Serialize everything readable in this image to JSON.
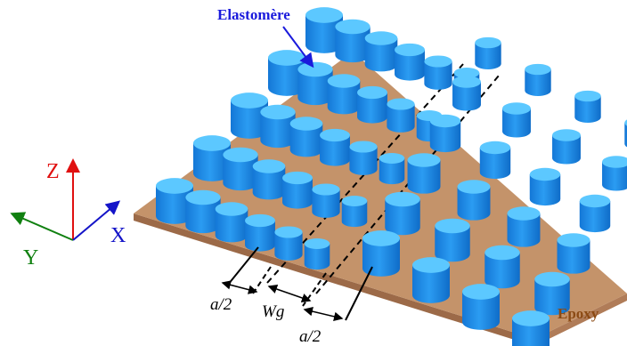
{
  "labels": {
    "material_top": "Elastomère",
    "material_substrate": "Epoxy",
    "dim_half_lattice_left": "a/2",
    "dim_gap_width": "Wg",
    "dim_half_lattice_right": "a/2"
  },
  "axes": {
    "z": "Z",
    "y": "Y",
    "x": "X"
  },
  "colors": {
    "elastomer_label": "#1a1adc",
    "epoxy_label": "#8b4a14",
    "plate_top": "#c4936a",
    "plate_side": "#a87250",
    "pillar_top": "#5cc8ff",
    "pillar_side": "#1e8ee8",
    "axis_z": "#e01010",
    "axis_y": "#108010",
    "axis_x": "#1414c8"
  },
  "lattice": {
    "left_rows": 6,
    "left_cols": 5,
    "right_rows": 6,
    "right_cols": 4
  }
}
